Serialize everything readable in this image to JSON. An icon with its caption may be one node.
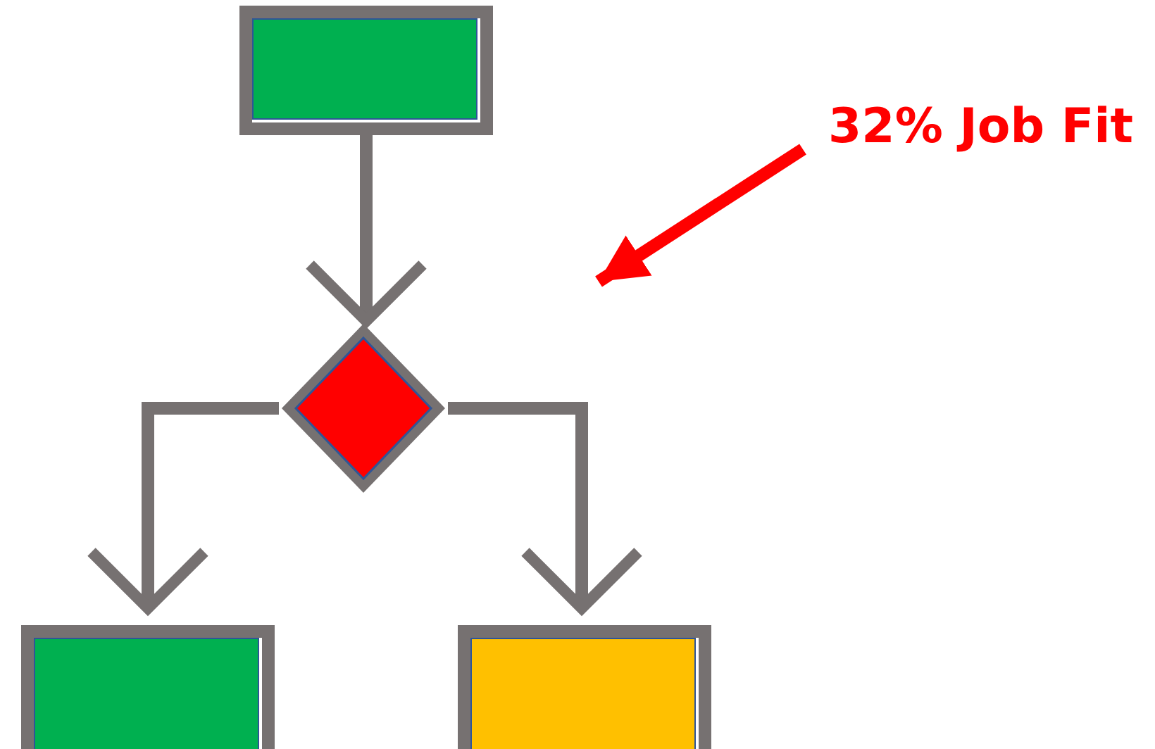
{
  "diagram": {
    "nodes": [
      {
        "text": [],
        "shape": "box"
      },
      {
        "text": [],
        "shape": "diamond"
      },
      {
        "text": [],
        "shape": "box"
      },
      {
        "text": [],
        "shape": "box"
      },
      {
        "text": [
          "32% Job Fit"
        ]
      }
    ],
    "edges": [
      {
        "from": 0,
        "to": 1,
        "arrow": "to"
      },
      {
        "from": 1,
        "to": 2,
        "arrow": "to"
      },
      {
        "from": 1,
        "to": 3,
        "arrow": "to"
      },
      {
        "from": 4,
        "to": null,
        "arrow": "to",
        "color": "#ff0000"
      }
    ]
  }
}
